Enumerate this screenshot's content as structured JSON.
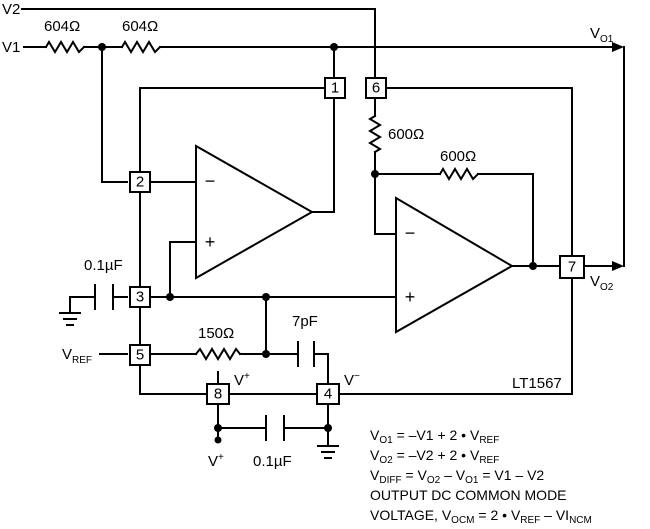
{
  "inputs": {
    "v2": "V2",
    "v1": "V1",
    "vref": "V",
    "vref_sub": "REF",
    "vplus_bottom": "V",
    "vplus_bottom_sup": "+"
  },
  "outputs": {
    "vo1": "V",
    "vo1_sub": "O1",
    "vo2": "V",
    "vo2_sub": "O2"
  },
  "resistors": {
    "r_in1": "604Ω",
    "r_in2": "604Ω",
    "r_fb_top": "600Ω",
    "r_fb_right": "600Ω",
    "r_ref": "150Ω"
  },
  "capacitors": {
    "c_bypass_left": "0.1µF",
    "c_comp": "7pF",
    "c_bypass_bottom": "0.1µF"
  },
  "pins": [
    "1",
    "2",
    "3",
    "4",
    "5",
    "6",
    "7",
    "8"
  ],
  "supply": {
    "vplus": "V",
    "vplus_sup": "+",
    "vminus": "V",
    "vminus_sup": "−"
  },
  "opamp_inputs": {
    "minus": "−",
    "plus": "+"
  },
  "part_number": "LT1567",
  "equations": {
    "line1_a": "V",
    "line1_a_sub": "O1",
    "line1_b": " = –V1 + 2 • V",
    "line1_b_sub": "REF",
    "line2_a": "V",
    "line2_a_sub": "O2",
    "line2_b": " = –V2 + 2 • V",
    "line2_b_sub": "REF",
    "line3_a": "V",
    "line3_a_sub": "DIFF",
    "line3_b": " = V",
    "line3_b_sub": "O2",
    "line3_c": " – V",
    "line3_c_sub": "O1",
    "line3_d": " = V1 – V2",
    "line4": "OUTPUT DC COMMON MODE",
    "line5_a": "VOLTAGE, V",
    "line5_a_sub": "OCM",
    "line5_b": " = 2 • V",
    "line5_b_sub": "REF",
    "line5_c": " – VI",
    "line5_c_sub": "NCM"
  }
}
